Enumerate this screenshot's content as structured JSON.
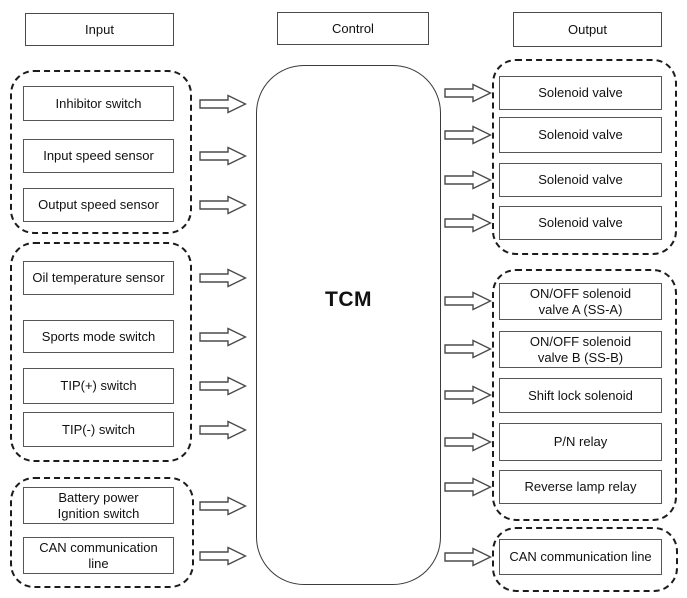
{
  "inputs": {
    "header": "Input",
    "groups": [
      {
        "items": [
          {
            "label": "Inhibitor switch"
          },
          {
            "label": "Input speed sensor"
          },
          {
            "label": "Output speed sensor"
          }
        ]
      },
      {
        "items": [
          {
            "label": "Oil temperature sensor"
          },
          {
            "label": "Sports mode switch"
          },
          {
            "label": "TIP(+) switch"
          },
          {
            "label": "TIP(-) switch"
          }
        ]
      },
      {
        "items": [
          {
            "label": "Battery power\nIgnition switch"
          },
          {
            "label": "CAN communication\nline"
          }
        ]
      }
    ]
  },
  "control": {
    "header": "Control",
    "unit_label": "TCM"
  },
  "outputs": {
    "header": "Output",
    "groups": [
      {
        "items": [
          {
            "label": "Solenoid valve"
          },
          {
            "label": "Solenoid valve"
          },
          {
            "label": "Solenoid valve"
          },
          {
            "label": "Solenoid valve"
          }
        ]
      },
      {
        "items": [
          {
            "label": "ON/OFF solenoid\nvalve A (SS-A)"
          },
          {
            "label": "ON/OFF solenoid\nvalve B (SS-B)"
          },
          {
            "label": "Shift lock solenoid"
          },
          {
            "label": "P/N relay"
          },
          {
            "label": "Reverse lamp relay"
          }
        ]
      },
      {
        "items": [
          {
            "label": "CAN communication line"
          }
        ]
      }
    ]
  },
  "colors": {
    "stroke": "#4a4a4a",
    "dashed_border": "#1c1c1c",
    "text": "#111111",
    "background": "#ffffff"
  }
}
